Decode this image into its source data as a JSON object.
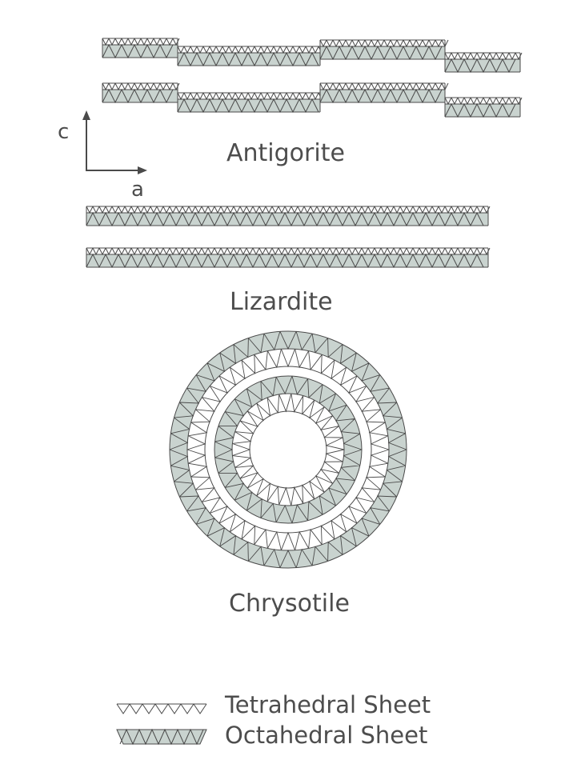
{
  "axes": {
    "vertical": "c",
    "horizontal": "a"
  },
  "structures": [
    {
      "name": "Antigorite",
      "form": "modulated layers"
    },
    {
      "name": "Lizardite",
      "form": "flat layers"
    },
    {
      "name": "Chrysotile",
      "form": "rolled concentric layers"
    }
  ],
  "legend": {
    "tetrahedral": "Tetrahedral Sheet",
    "octahedral": "Octahedral Sheet"
  },
  "colors": {
    "octahedral_fill": "#c9d3cf",
    "line": "#4a4a4a",
    "text": "#4d4d4d",
    "background": "#ffffff"
  }
}
